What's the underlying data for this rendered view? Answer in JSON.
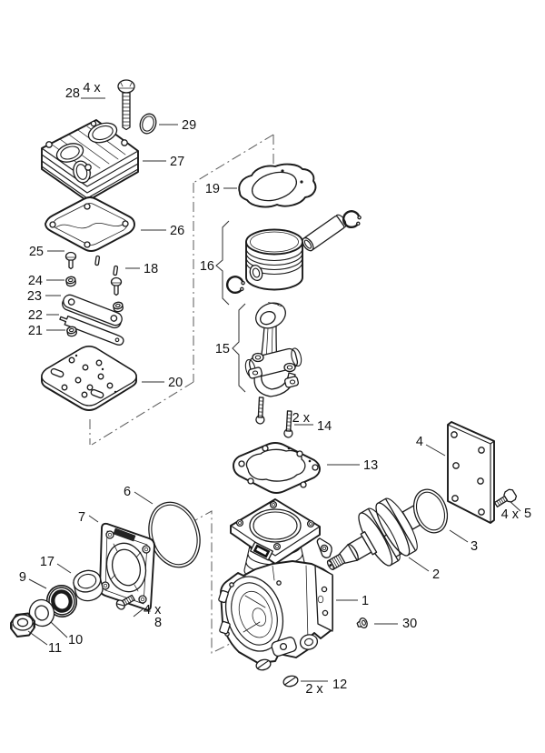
{
  "diagram": {
    "background": "#ffffff",
    "line_color": "#1a1a1a",
    "leader_color": "#2e2e2e",
    "phantom_color": "#585858"
  },
  "labels": {
    "p1": {
      "num": "1"
    },
    "p2": {
      "num": "2"
    },
    "p3": {
      "num": "3"
    },
    "p4": {
      "num": "4"
    },
    "p5": {
      "num": "5",
      "qty": "4 x"
    },
    "p6": {
      "num": "6"
    },
    "p7": {
      "num": "7"
    },
    "p8": {
      "num": "8",
      "qty": "4 x"
    },
    "p9": {
      "num": "9"
    },
    "p10": {
      "num": "10"
    },
    "p11": {
      "num": "11"
    },
    "p12": {
      "num": "12",
      "qty": "2 x"
    },
    "p13": {
      "num": "13"
    },
    "p14": {
      "num": "14",
      "qty": "2 x"
    },
    "p15": {
      "num": "15"
    },
    "p16": {
      "num": "16"
    },
    "p17": {
      "num": "17"
    },
    "p18": {
      "num": "18"
    },
    "p19": {
      "num": "19"
    },
    "p20": {
      "num": "20"
    },
    "p21": {
      "num": "21"
    },
    "p22": {
      "num": "22"
    },
    "p23": {
      "num": "23"
    },
    "p24": {
      "num": "24"
    },
    "p25": {
      "num": "25"
    },
    "p26": {
      "num": "26"
    },
    "p27": {
      "num": "27"
    },
    "p28": {
      "num": "28",
      "qty": "4 x"
    },
    "p29": {
      "num": "29"
    },
    "p30": {
      "num": "30"
    }
  }
}
